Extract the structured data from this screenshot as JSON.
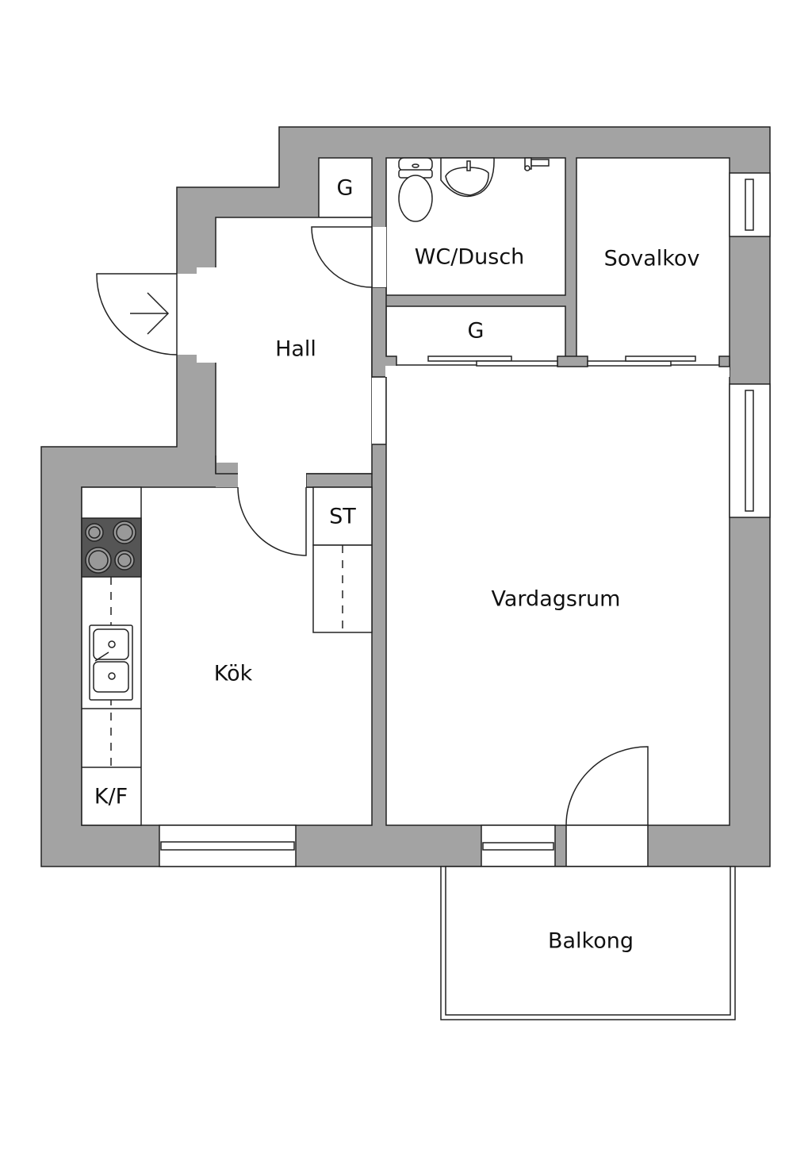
{
  "plan": {
    "rooms": {
      "hall": "Hall",
      "wc": "WC/Dusch",
      "sovalkov": "Sovalkov",
      "closet_top": "G",
      "closet_mid": "G",
      "storage": "ST",
      "living": "Vardagsrum",
      "kitchen": "Kök",
      "fridge": "K/F",
      "balcony": "Balkong"
    },
    "colors": {
      "wall": "#a3a3a3",
      "stove": "#555555",
      "line": "#222222"
    }
  }
}
